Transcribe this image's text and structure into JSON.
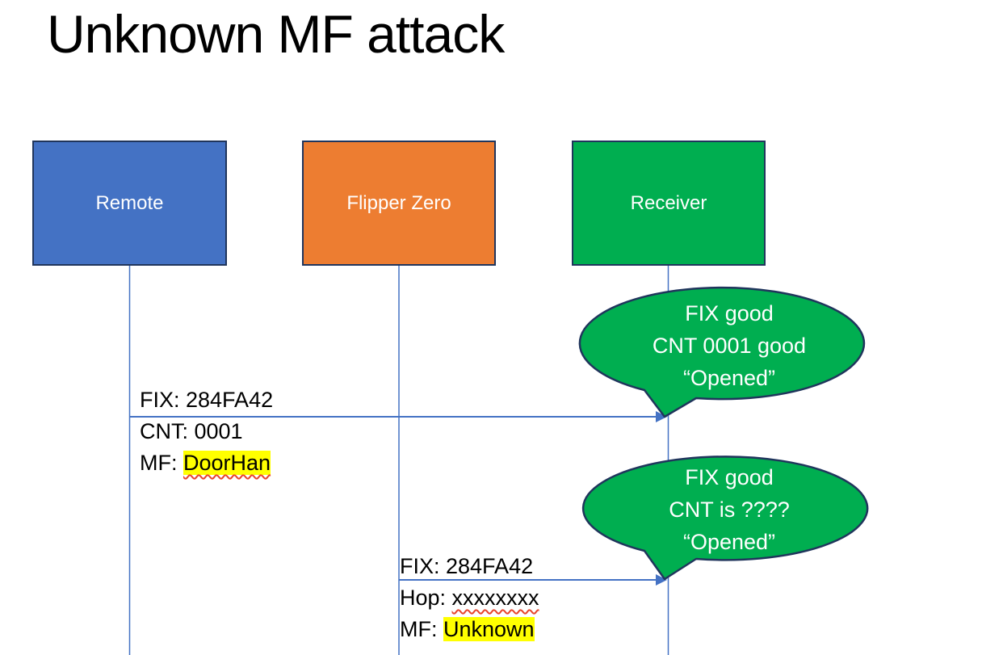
{
  "title": "Unknown MF attack",
  "colors": {
    "actor_blue": "#4472C4",
    "actor_orange": "#ED7D31",
    "actor_green": "#00AE50",
    "outline_navy": "#20355C",
    "arrow_blue": "#4472C4",
    "highlight_yellow": "#FFFF00",
    "squiggle_red": "#E8442C"
  },
  "actors": [
    {
      "label": "Remote"
    },
    {
      "label": "Flipper Zero"
    },
    {
      "label": "Receiver"
    }
  ],
  "bubbles": [
    {
      "lines": [
        "FIX good",
        "CNT 0001 good",
        "“Opened”"
      ]
    },
    {
      "lines": [
        "FIX good",
        "CNT is ????",
        "“Opened”"
      ]
    }
  ],
  "messages": [
    {
      "from": "Remote",
      "to": "Receiver",
      "line1": "FIX: 284FA42",
      "line2_prefix": "CNT: ",
      "line2_value": "0001",
      "line3_prefix": "MF: ",
      "line3_value": "DoorHan"
    },
    {
      "from": "Flipper Zero",
      "to": "Receiver",
      "line1": "FIX: 284FA42",
      "line2_prefix": "Hop: ",
      "line2_value": "xxxxxxxx",
      "line3_prefix": "MF: ",
      "line3_value": "Unknown"
    }
  ]
}
